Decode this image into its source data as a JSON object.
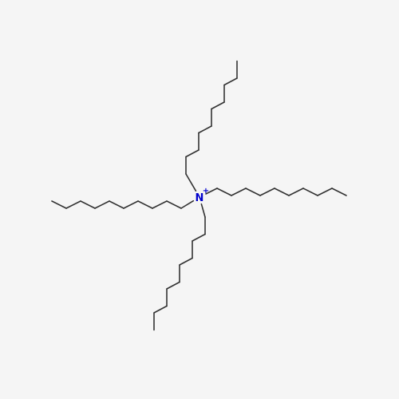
{
  "molecule": {
    "center_atom": {
      "symbol": "N",
      "charge": "+",
      "color": "#0000cc"
    },
    "bond_color": "#333333",
    "background_color": "#f5f5f5",
    "chains": [
      {
        "name": "up-decyl",
        "carbons": 10
      },
      {
        "name": "right-decyl",
        "carbons": 10
      },
      {
        "name": "down-decyl",
        "carbons": 10
      },
      {
        "name": "left-decyl",
        "carbons": 10
      }
    ]
  }
}
